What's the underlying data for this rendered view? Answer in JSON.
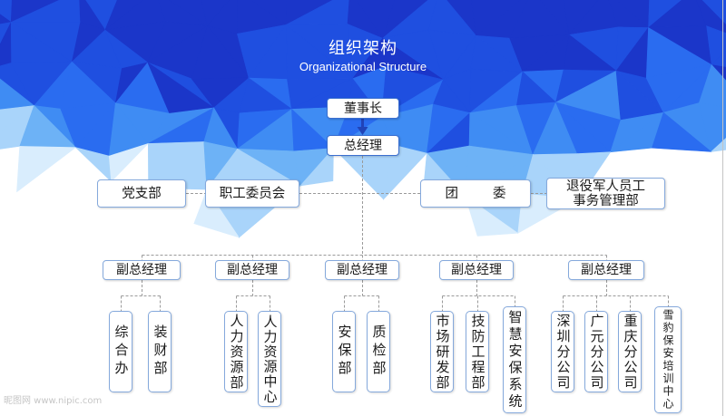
{
  "title": {
    "cn": "组织架构",
    "en": "Organizational Structure"
  },
  "top": {
    "chairman": "董事长",
    "general_manager": "总经理"
  },
  "side_units": [
    {
      "label": "党支部"
    },
    {
      "label": "职工委员会"
    },
    {
      "label": "团 委"
    },
    {
      "lines": [
        "退役军人员工",
        "事务管理部"
      ]
    }
  ],
  "deputies": [
    {
      "label": "副总经理",
      "departments": [
        "综合办",
        "装财部"
      ]
    },
    {
      "label": "副总经理",
      "departments": [
        "人力资源部",
        "人力资源中心"
      ]
    },
    {
      "label": "副总经理",
      "departments": [
        "安保部",
        "质检部"
      ]
    },
    {
      "label": "副总经理",
      "departments": [
        "市场研发部",
        "技防工程部",
        "智慧安保系统"
      ]
    },
    {
      "label": "副总经理",
      "departments": [
        "深圳分公司",
        "广元分公司",
        "重庆分公司",
        "雪豹保安培训中心"
      ]
    }
  ],
  "watermark": "昵图网 www.nipic.com",
  "colors": {
    "title_text": "#ffffff",
    "label_text": "#1a1a1a",
    "node_border": "#85a9dc",
    "top_node_border": "#3b6fd0",
    "connector": "#9a9a9a",
    "arrow": "#2043b8",
    "background_palette": [
      "#1b36c9",
      "#1f4fe0",
      "#2a6cf0",
      "#3f8cf3",
      "#6db2f6",
      "#a9d4fa",
      "#d9edfd"
    ]
  }
}
